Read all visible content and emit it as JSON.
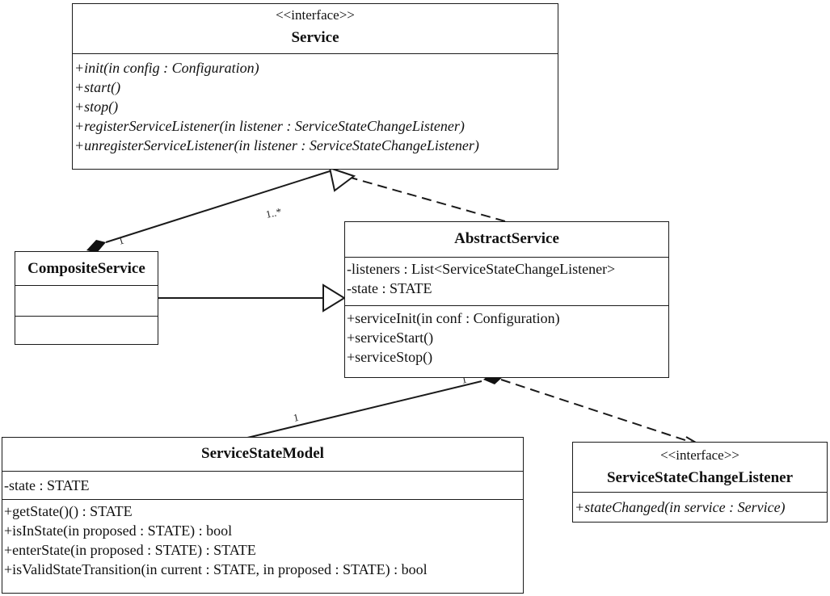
{
  "service": {
    "stereotype": "<<interface>>",
    "name": "Service",
    "operations": [
      "+init(in config : Configuration)",
      "+start()",
      "+stop()",
      "+registerServiceListener(in listener : ServiceStateChangeListener)",
      "+unregisterServiceListener(in listener : ServiceStateChangeListener)"
    ]
  },
  "composite_service": {
    "name": "CompositeService"
  },
  "abstract_service": {
    "name": "AbstractService",
    "attributes": [
      "-listeners : List<ServiceStateChangeListener>",
      "-state : STATE"
    ],
    "operations": [
      "+serviceInit(in conf : Configuration)",
      "+serviceStart()",
      "+serviceStop()"
    ]
  },
  "service_state_model": {
    "name": "ServiceStateModel",
    "attributes": [
      "-state : STATE"
    ],
    "operations": [
      "+getState()() : STATE",
      "+isInState(in proposed : STATE) : bool",
      "+enterState(in proposed : STATE) : STATE",
      "+isValidStateTransition(in current : STATE, in proposed : STATE) : bool"
    ]
  },
  "listener": {
    "stereotype": "<<interface>>",
    "name": "ServiceStateChangeListener",
    "operations": [
      "+stateChanged(in service : Service)"
    ]
  },
  "multiplicities": {
    "composite_to_service_many": "1..*",
    "composite_to_service_one": "1",
    "abstract_to_model_abstract_end": "1",
    "abstract_to_model_model_end": "1"
  }
}
